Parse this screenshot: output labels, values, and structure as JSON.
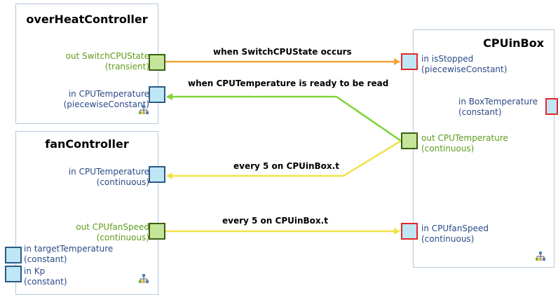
{
  "blocks": {
    "overheat": {
      "title": "overHeatController"
    },
    "fan": {
      "title": "fanController"
    },
    "cpu": {
      "title": "CPUinBox"
    }
  },
  "ports": {
    "overheat_out": {
      "line1": "out SwitchCPUState",
      "line2": "(transient)"
    },
    "overheat_in": {
      "line1": "in CPUTemperature",
      "line2": "(piecewiseConstant)"
    },
    "fan_in_temp": {
      "line1": "in CPUTemperature",
      "line2": "(continuous)"
    },
    "fan_out_speed": {
      "line1": "out CPUfanSpeed",
      "line2": "(continuous)"
    },
    "fan_in_target": {
      "line1": "in targetTemperature",
      "line2": "(constant)"
    },
    "fan_in_kp": {
      "line1": "in Kp",
      "line2": "(constant)"
    },
    "cpu_in_stopped": {
      "line1": "in isStopped",
      "line2": "(piecewiseConstant)"
    },
    "cpu_in_boxtemp": {
      "line1": "in BoxTemperature",
      "line2": "(constant)"
    },
    "cpu_out_temp": {
      "line1": "out CPUTemperature",
      "line2": "(continuous)"
    },
    "cpu_in_fanspeed": {
      "line1": "in CPUfanSpeed",
      "line2": "(continuous)"
    }
  },
  "connections": {
    "switch": "when SwitchCPUState occurs",
    "temp_ready": "when CPUTemperature is ready to be read",
    "every5_temp": "every 5 on CPUinBox.t",
    "every5_fan": "every 5 on CPUinBox.t"
  },
  "colors": {
    "orange_line": "#f5a53a",
    "green_line": "#7ed23a",
    "yellow_line": "#f2e34a",
    "out_label": "#5e9c1a",
    "in_label": "#2b4a86",
    "port_red_border": "#e0292b"
  }
}
